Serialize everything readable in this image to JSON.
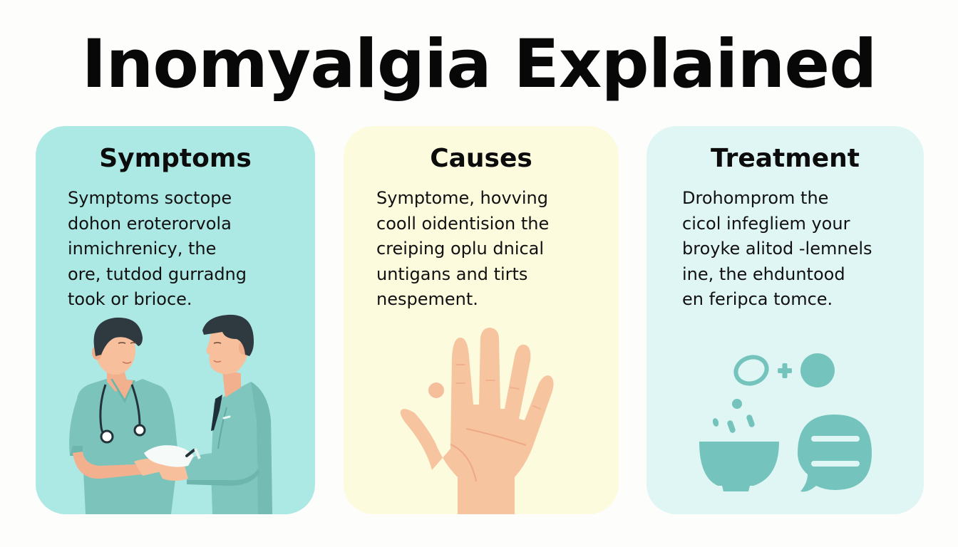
{
  "page": {
    "title": "Inomyalgia Explained",
    "background_color": "#fdfdfc"
  },
  "cards": [
    {
      "heading": "Symptoms",
      "background_color": "#ace8e4",
      "body_lines": [
        "Symptoms soctope",
        "dohon eroterorvola",
        "inmichrenicy, the",
        "ore, tutdod gurradng",
        "took or brioce."
      ],
      "illustration": "doctor-and-nurse-consultation-illustration"
    },
    {
      "heading": "Causes",
      "background_color": "#fdfbde",
      "body_lines": [
        "Symptome, hovving",
        "cooll oidentision the",
        "creiping oplu dnical",
        "untigans and tirts",
        "nespement."
      ],
      "illustration": "open-hand-palm-illustration"
    },
    {
      "heading": "Treatment",
      "background_color": "#e0f6f4",
      "body_lines": [
        "Drohomprom the",
        "cicol infegliem your",
        "broyke alitod -lemnels",
        "ine, the ehduntood",
        "en feripca tomce."
      ],
      "illustration": "treatment-icons-pill-bowl-chat"
    }
  ],
  "colors": {
    "teal_icon": "#74c3bd",
    "skin": "#f7bf9b",
    "scrubs": "#7cc4bb",
    "hair": "#2f3a40",
    "hand": "#f7c4a0"
  }
}
